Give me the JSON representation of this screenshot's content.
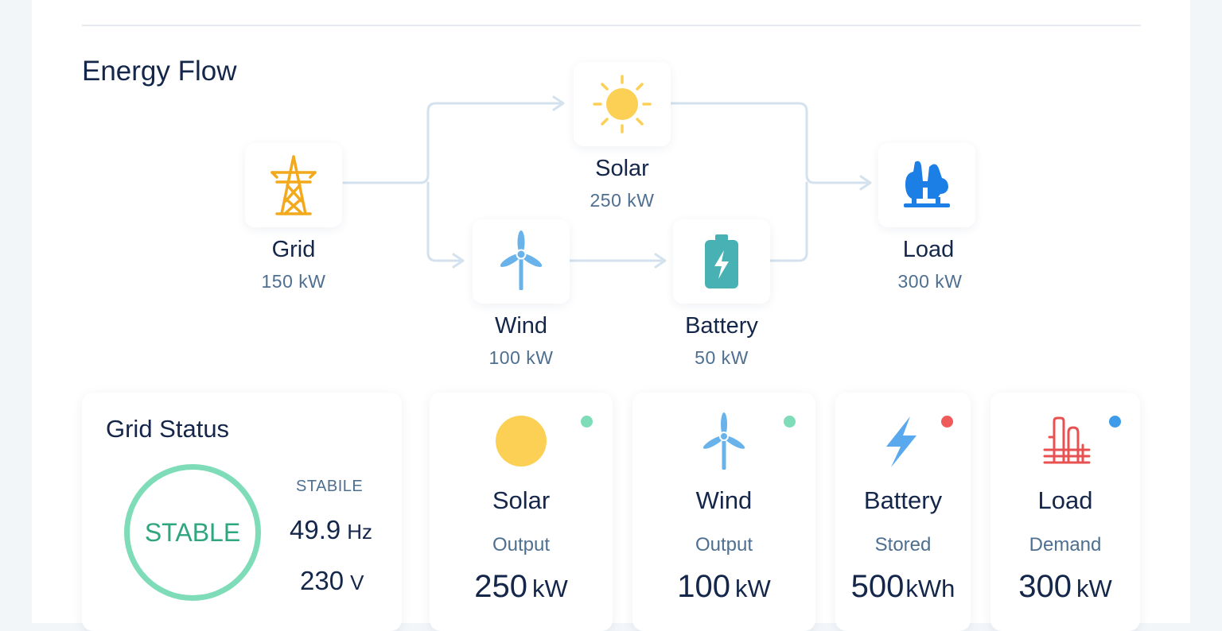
{
  "header": {
    "section_title": "Energy Flow"
  },
  "flow": {
    "grid": {
      "name": "Grid",
      "value": "150 kW"
    },
    "solar": {
      "name": "Solar",
      "value": "250 kW"
    },
    "wind": {
      "name": "Wind",
      "value": "100 kW"
    },
    "battery": {
      "name": "Battery",
      "value": "50 kW"
    },
    "load": {
      "name": "Load",
      "value": "300 kW"
    }
  },
  "grid_status": {
    "title": "Grid Status",
    "state": "STABLE",
    "label": "STABILE",
    "frequency": "49.9",
    "frequency_unit": "Hz",
    "voltage": "230",
    "voltage_unit": "V"
  },
  "cards": [
    {
      "title": "Solar",
      "subtitle": "Output",
      "value": "250",
      "unit": "kW",
      "status_color": "#7fdcb8"
    },
    {
      "title": "Wind",
      "subtitle": "Output",
      "value": "100",
      "unit": "kW",
      "status_color": "#7fdcb8"
    },
    {
      "title": "Battery",
      "subtitle": "Stored",
      "value": "500",
      "unit": "kWh",
      "status_color": "#ef5b5b"
    },
    {
      "title": "Load",
      "subtitle": "Demand",
      "value": "300",
      "unit": "kW",
      "status_color": "#3d9be9"
    }
  ],
  "colors": {
    "grid_icon": "#f2a91c",
    "solar_icon": "#fbd054",
    "wind_icon": "#69b3ea",
    "battery_icon": "#47b1b4",
    "load_icon": "#1c7fe6",
    "battery_card_icon": "#5aa9ef",
    "load_card_icon": "#e85151",
    "flow_line": "#d3e2ee"
  }
}
